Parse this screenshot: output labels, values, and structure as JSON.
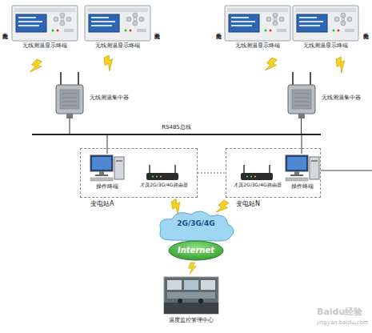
{
  "diagram": {
    "nodes": [
      {
        "text": [
          "无线测温显示终端"
        ]
      },
      {
        "text": [
          "无线测温显示终端"
        ]
      },
      {
        "text": [
          "无线测温显示终端"
        ]
      },
      {
        "text": [
          "无线测温显示终端"
        ]
      },
      {
        "text": [
          "无线测温集中器"
        ]
      },
      {
        "text": [
          "无线测温集中器"
        ]
      },
      {
        "text": [
          "RS485总线"
        ]
      },
      {
        "text": [
          "变电站A"
        ]
      },
      {
        "text": [
          "操作终端"
        ],
        "in": 7
      },
      {
        "text": [
          "才茂2G/3G/4G路由器"
        ],
        "in": 7
      },
      {
        "text": [
          "变电站N"
        ]
      },
      {
        "text": [
          "才茂2G/3G/4G路由器"
        ],
        "in": 10
      },
      {
        "text": [
          "操作终端"
        ],
        "in": 10
      },
      {
        "text": [
          "2G/3G/4G"
        ]
      },
      {
        "text": [
          "Internet"
        ]
      },
      {
        "text": [
          "温度监控管理中心"
        ]
      }
    ],
    "edges": [
      {
        "from": 4,
        "to": 6,
        "arrow": "none"
      },
      {
        "from": 5,
        "to": 6,
        "arrow": "none"
      },
      {
        "from": 8,
        "to": 6,
        "arrow": "none"
      },
      {
        "from": 12,
        "to": 6,
        "arrow": "none"
      },
      {
        "from": 7,
        "to": 10,
        "arrow": "none"
      }
    ],
    "labels": [
      "电力开关柜",
      "电力开关柜",
      "电力开关柜",
      "电力开关柜",
      "Baidu经验",
      "jingyan.baidu.com"
    ]
  }
}
